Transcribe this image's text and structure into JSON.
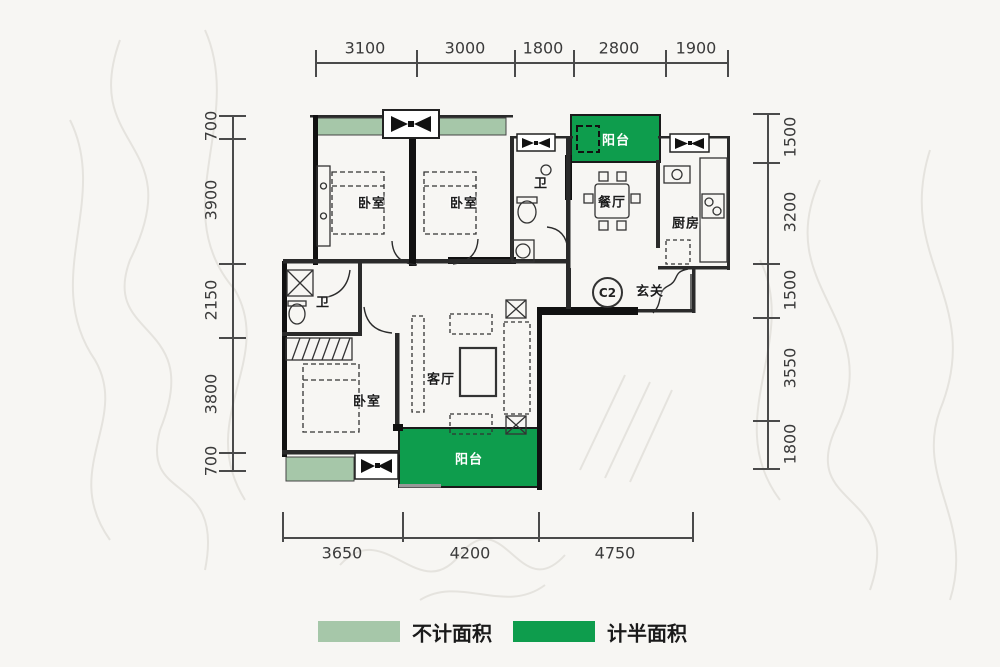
{
  "unit": {
    "label": "C2"
  },
  "rooms": {
    "bedroom1": "卧室",
    "bedroom2": "卧室",
    "bedroom3": "卧室",
    "bath1": "卫",
    "bath2": "卫",
    "dining": "餐厅",
    "kitchen": "厨房",
    "foyer": "玄关",
    "living": "客厅",
    "balcony_top": "阳台",
    "balcony_bottom": "阳台"
  },
  "dimensions": {
    "top": [
      "3100",
      "3000",
      "1800",
      "2800",
      "1900"
    ],
    "left": [
      "700",
      "3900",
      "2150",
      "3800",
      "700"
    ],
    "right": [
      "1500",
      "3200",
      "1500",
      "3550",
      "1800"
    ],
    "bottom": [
      "3650",
      "4200",
      "4750"
    ]
  },
  "legend": {
    "not_counted": {
      "label": "不计面积",
      "color": "#a6c7a9"
    },
    "half_counted": {
      "label": "计半面积",
      "color": "#0e9d4d"
    }
  },
  "colors": {
    "wall": "#1c1c1c",
    "dimension_text": "#3b3b3b",
    "background": "#f7f6f3",
    "sketch": "#e5e3de"
  }
}
